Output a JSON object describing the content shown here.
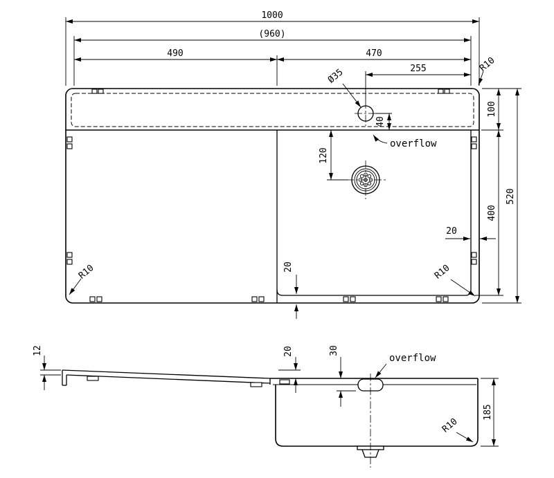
{
  "colors": {
    "line": "#000000",
    "background": "#ffffff"
  },
  "top_view": {
    "dim_overall_width": "1000",
    "dim_inner_width": "(960)",
    "dim_left_section": "490",
    "dim_right_section": "470",
    "dim_hole_from_right": "255",
    "radius_top_right": "R10",
    "dim_hole_diameter": "Ø35",
    "dim_hole_offset": "40",
    "dim_rim_strip": "100",
    "overflow_label": "overflow",
    "dim_drain_offset": "120",
    "dim_right_gap": "20",
    "dim_bowl_length": "400",
    "dim_overall_height": "520",
    "radius_bottom_left": "R10",
    "dim_bottom_gap": "20",
    "radius_bottom_right": "R10"
  },
  "side_view": {
    "dim_board_thickness": "12",
    "dim_step": "20",
    "dim_overflow_depth": "30",
    "overflow_label": "overflow",
    "dim_bowl_depth": "185",
    "radius_bottom": "R10"
  }
}
